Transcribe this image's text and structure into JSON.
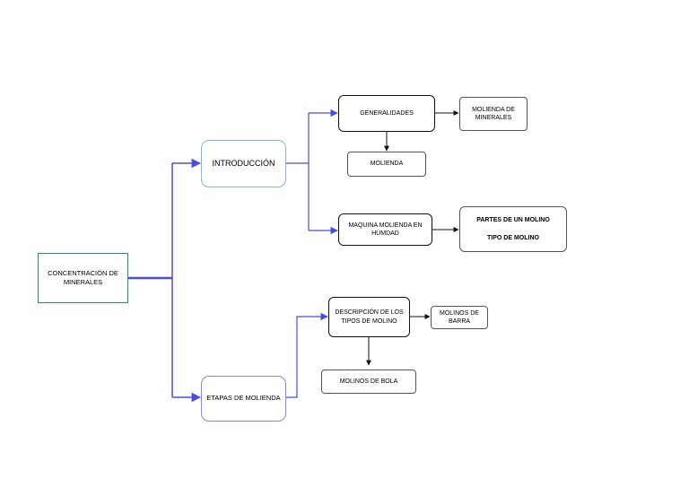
{
  "diagram": {
    "root": "CONCENTRACIÓN DE MINERALES",
    "introduccion": "INTRODUCCIÓN",
    "etapas": "ETAPAS DE MOLIENDA",
    "generalidades": "GENERALIDADES",
    "molienda_minerales": "MOLIENDA DE MINERALES",
    "molienda": "MOLIENDA",
    "maquina": "MAQUINA  MOLIENDA EN HUMDAD",
    "partes": "PARTES DE UN MOLINO",
    "tipo": "TIPO DE MOLINO",
    "descripcion": "DESCRIPCIÓN DE LOS TIPOS DE MOLINO",
    "barra": "MOLINOS DE BARRA",
    "bola": "MOLINOS DE BOLA"
  },
  "colors": {
    "primary_connector": "#4b4be8",
    "secondary_connector": "#111111"
  }
}
